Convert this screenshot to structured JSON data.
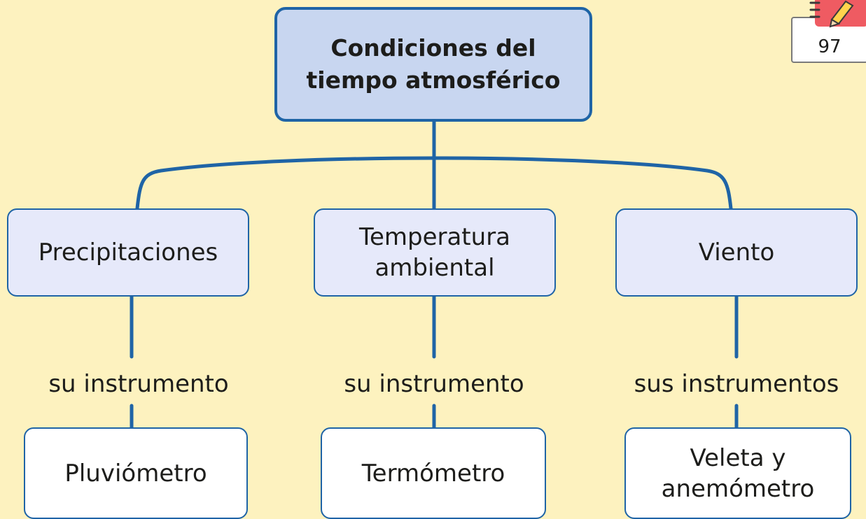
{
  "colors": {
    "background": "#fdf2bf",
    "line": "#1f64a6",
    "root_fill": "#c8d6f0",
    "category_fill": "#e6e9fa",
    "instrument_fill": "#ffffff",
    "badge_accent": "#ef5b62"
  },
  "page_badge": {
    "number": "97",
    "icon": "notebook-pencil-icon"
  },
  "root": {
    "line1": "Condiciones del",
    "line2": "tiempo atmosférico"
  },
  "categories": [
    {
      "line1": "Precipitaciones",
      "line2": ""
    },
    {
      "line1": "Temperatura",
      "line2": "ambiental"
    },
    {
      "line1": "Viento",
      "line2": ""
    }
  ],
  "links": [
    "su instrumento",
    "su instrumento",
    "sus instrumentos"
  ],
  "instruments": [
    {
      "line1": "Pluviómetro",
      "line2": ""
    },
    {
      "line1": "Termómetro",
      "line2": ""
    },
    {
      "line1": "Veleta y",
      "line2": "anemómetro"
    }
  ]
}
